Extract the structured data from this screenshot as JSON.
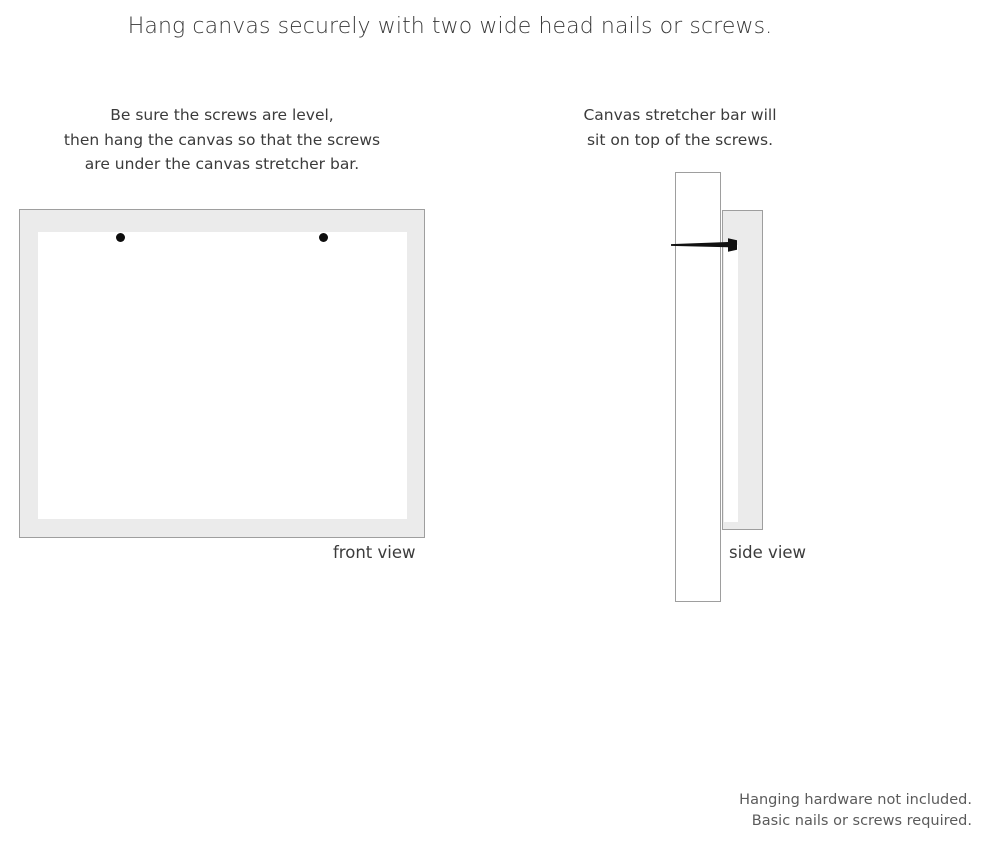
{
  "headline": "Hang canvas securely with two wide head nails or screws.",
  "captions": {
    "front": {
      "line1": "Be sure the screws are level,",
      "line2": "then hang the canvas so that the screws",
      "line3": "are under the canvas stretcher bar."
    },
    "side": {
      "line1": "Canvas stretcher bar will",
      "line2": "sit on top of the screws."
    }
  },
  "diagrams": {
    "front": {
      "label": "front view",
      "frame_fill": "#ebebeb",
      "frame_border": "#9e9e9e",
      "canvas_fill": "#ffffff",
      "screw_color": "#0d0d0d",
      "screw_count": 2
    },
    "side": {
      "label": "side view",
      "wall_fill": "#ffffff",
      "wall_border": "#9e9e9e",
      "bar_fill": "#ebebeb",
      "bar_border": "#9e9e9e",
      "nail_color": "#111111"
    }
  },
  "footer": {
    "line1": "Hanging hardware not included.",
    "line2": "Basic nails or screws required."
  }
}
